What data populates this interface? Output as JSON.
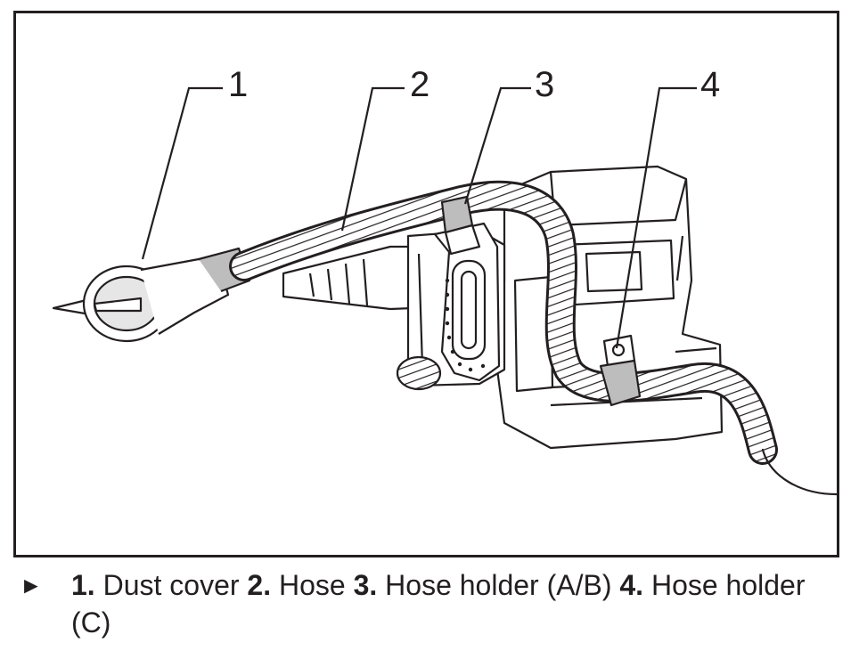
{
  "callouts": [
    "1",
    "2",
    "3",
    "4"
  ],
  "caption": {
    "marker": "►",
    "items": [
      {
        "num": "1.",
        "label": "Dust cover"
      },
      {
        "num": "2.",
        "label": "Hose"
      },
      {
        "num": "3.",
        "label": "Hose holder (A/B)"
      },
      {
        "num": "4.",
        "label": "Hose holder (C)"
      }
    ]
  }
}
